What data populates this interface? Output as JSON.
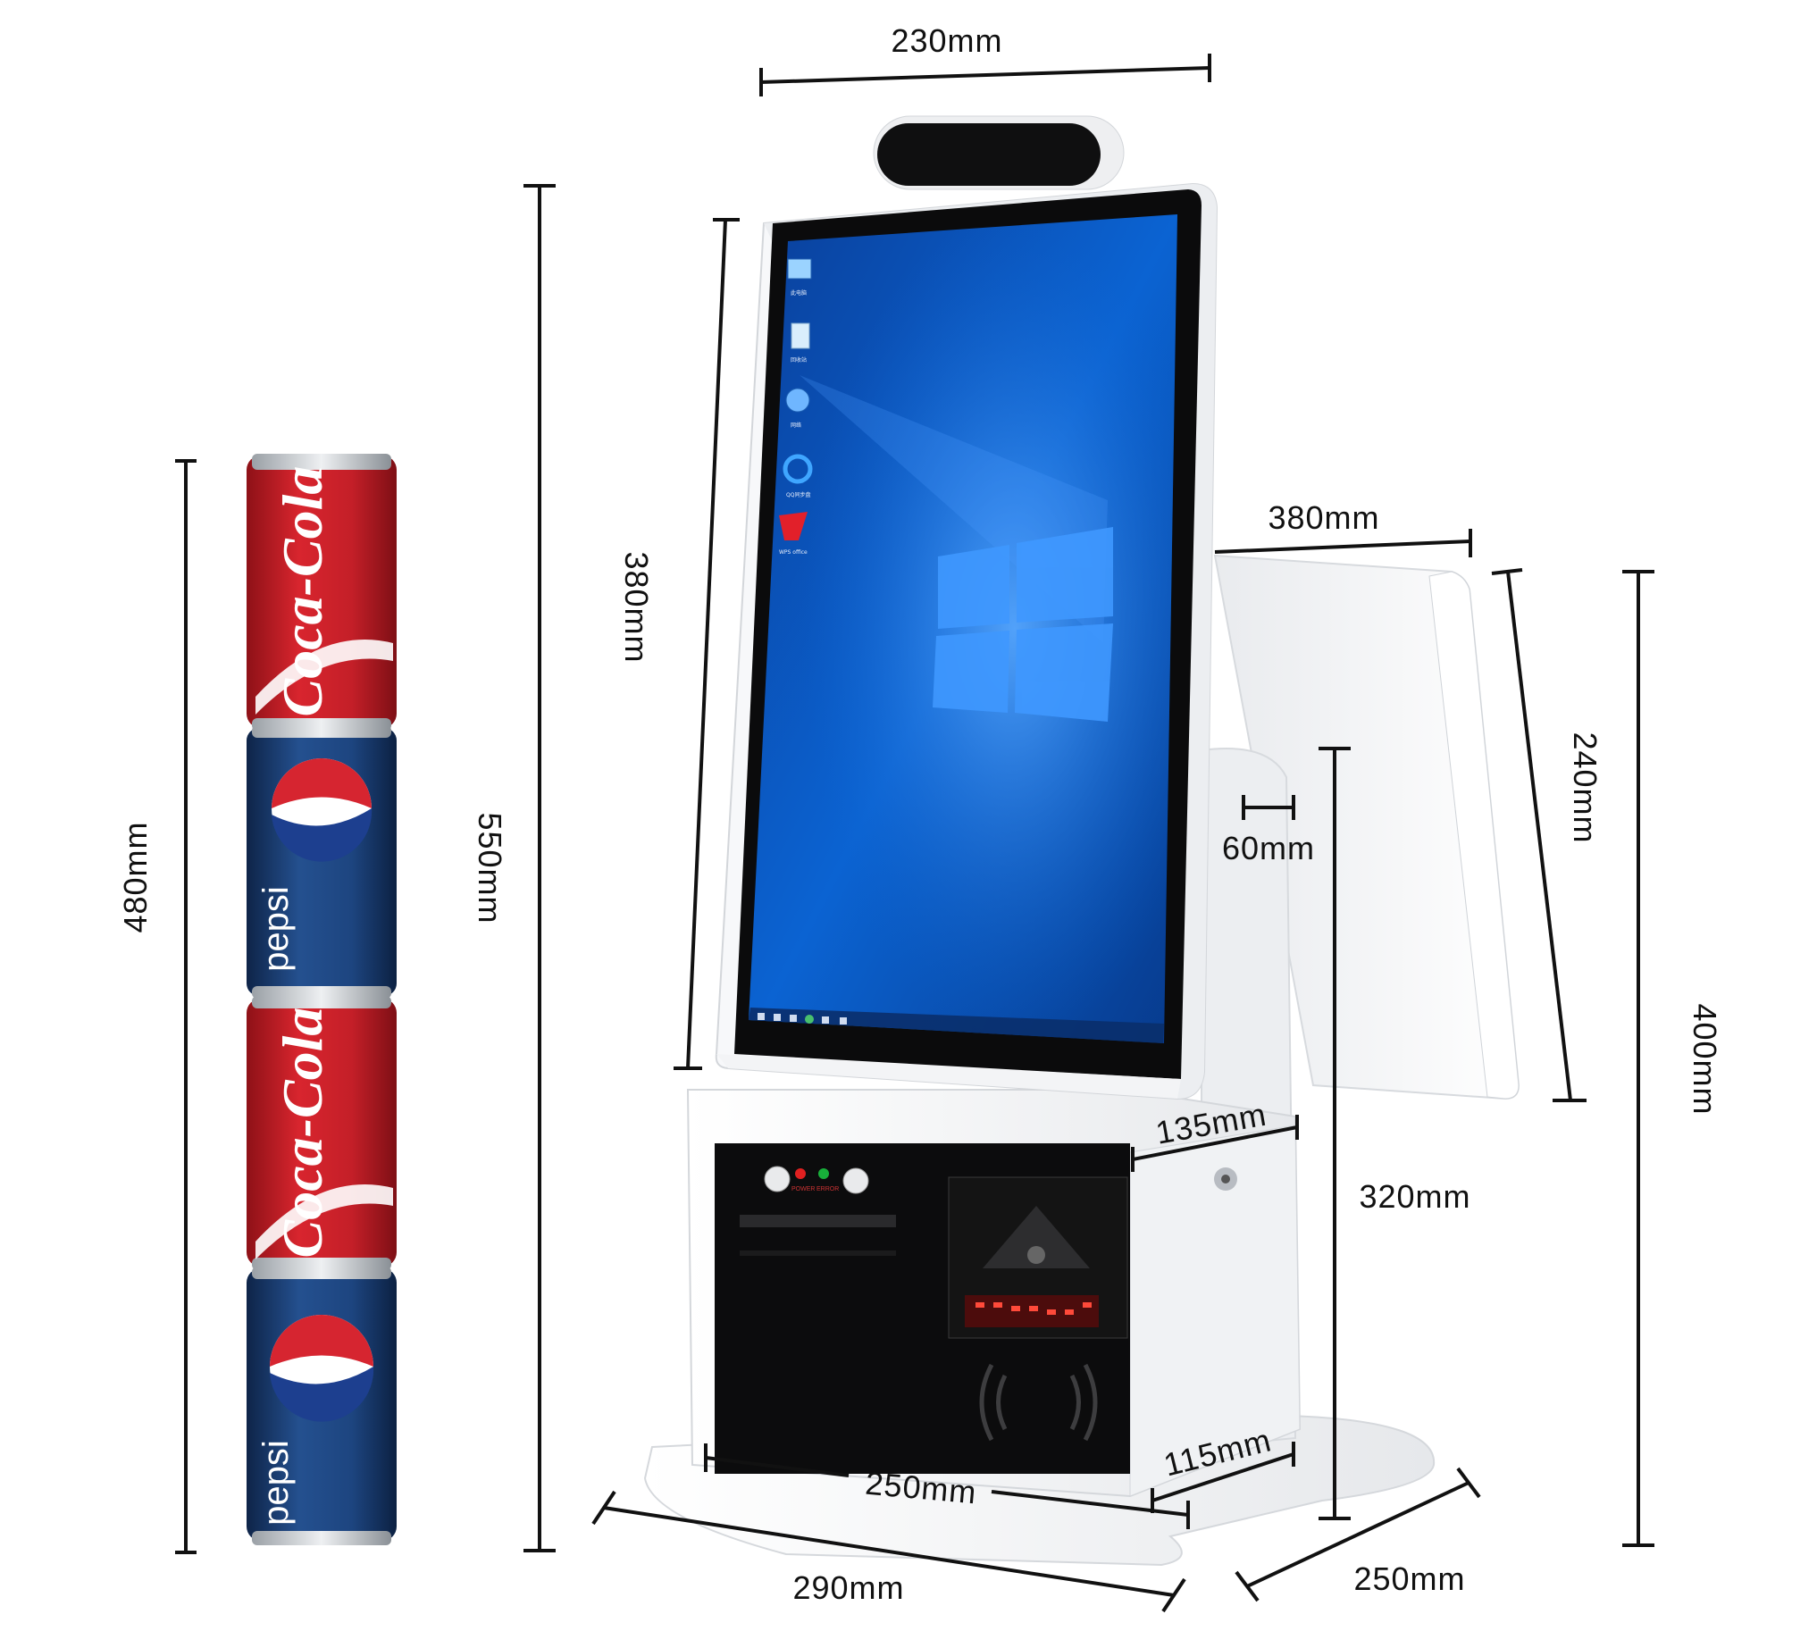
{
  "image": {
    "subject": "self-service kiosk with dimension annotations",
    "colors": {
      "background": "#ffffff",
      "device_body": "#f4f5f7",
      "screen": "#0b5cc4",
      "coca_cola_red": "#c8202a",
      "pepsi_blue": "#1b3f74",
      "dimension_line": "#111111"
    }
  },
  "dimensions": {
    "camera_width": "230mm",
    "screen_height": "380mm",
    "total_height": "550mm",
    "cans_height": "480mm",
    "rear_screen_width": "380mm",
    "rear_screen_height": "240mm",
    "rear_total_height": "400mm",
    "stand_width": "60mm",
    "stand_height": "320mm",
    "body_depth_top": "135mm",
    "body_depth_bottom": "115mm",
    "body_width": "250mm",
    "base_width": "290mm",
    "base_depth": "250mm"
  },
  "cans": [
    {
      "brand": "coca-cola",
      "text": "Coca-Cola"
    },
    {
      "brand": "pepsi",
      "text": "pepsi"
    },
    {
      "brand": "coca-cola",
      "text": "Coca-Cola"
    },
    {
      "brand": "pepsi",
      "text": "pepsi"
    }
  ],
  "indicators": {
    "power": "POWER",
    "error": "ERROR"
  },
  "desktop_icons": [
    {
      "icon": "computer-icon"
    },
    {
      "icon": "recycle-bin-icon"
    },
    {
      "icon": "network-icon"
    },
    {
      "icon": "cloud-app-icon"
    },
    {
      "icon": "wps-office-icon"
    }
  ]
}
